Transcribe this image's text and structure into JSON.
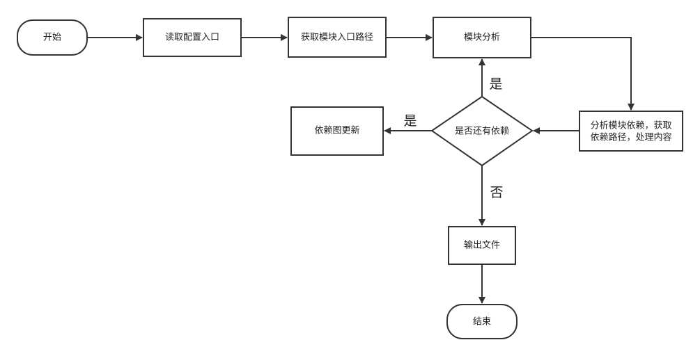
{
  "diagram": {
    "nodes": {
      "start": "开始",
      "read_config": "读取配置入口",
      "get_entry_path": "获取模块入口路径",
      "module_analysis": "模块分析",
      "analyze_deps_line1": "分析模块依赖，获取",
      "analyze_deps_line2": "依赖路径，处理内容",
      "has_more_deps": "是否还有依赖",
      "update_graph": "依赖图更新",
      "output_file": "输出文件",
      "end": "结束"
    },
    "edge_labels": {
      "yes_up": "是",
      "yes_left": "是",
      "no_down": "否"
    }
  }
}
